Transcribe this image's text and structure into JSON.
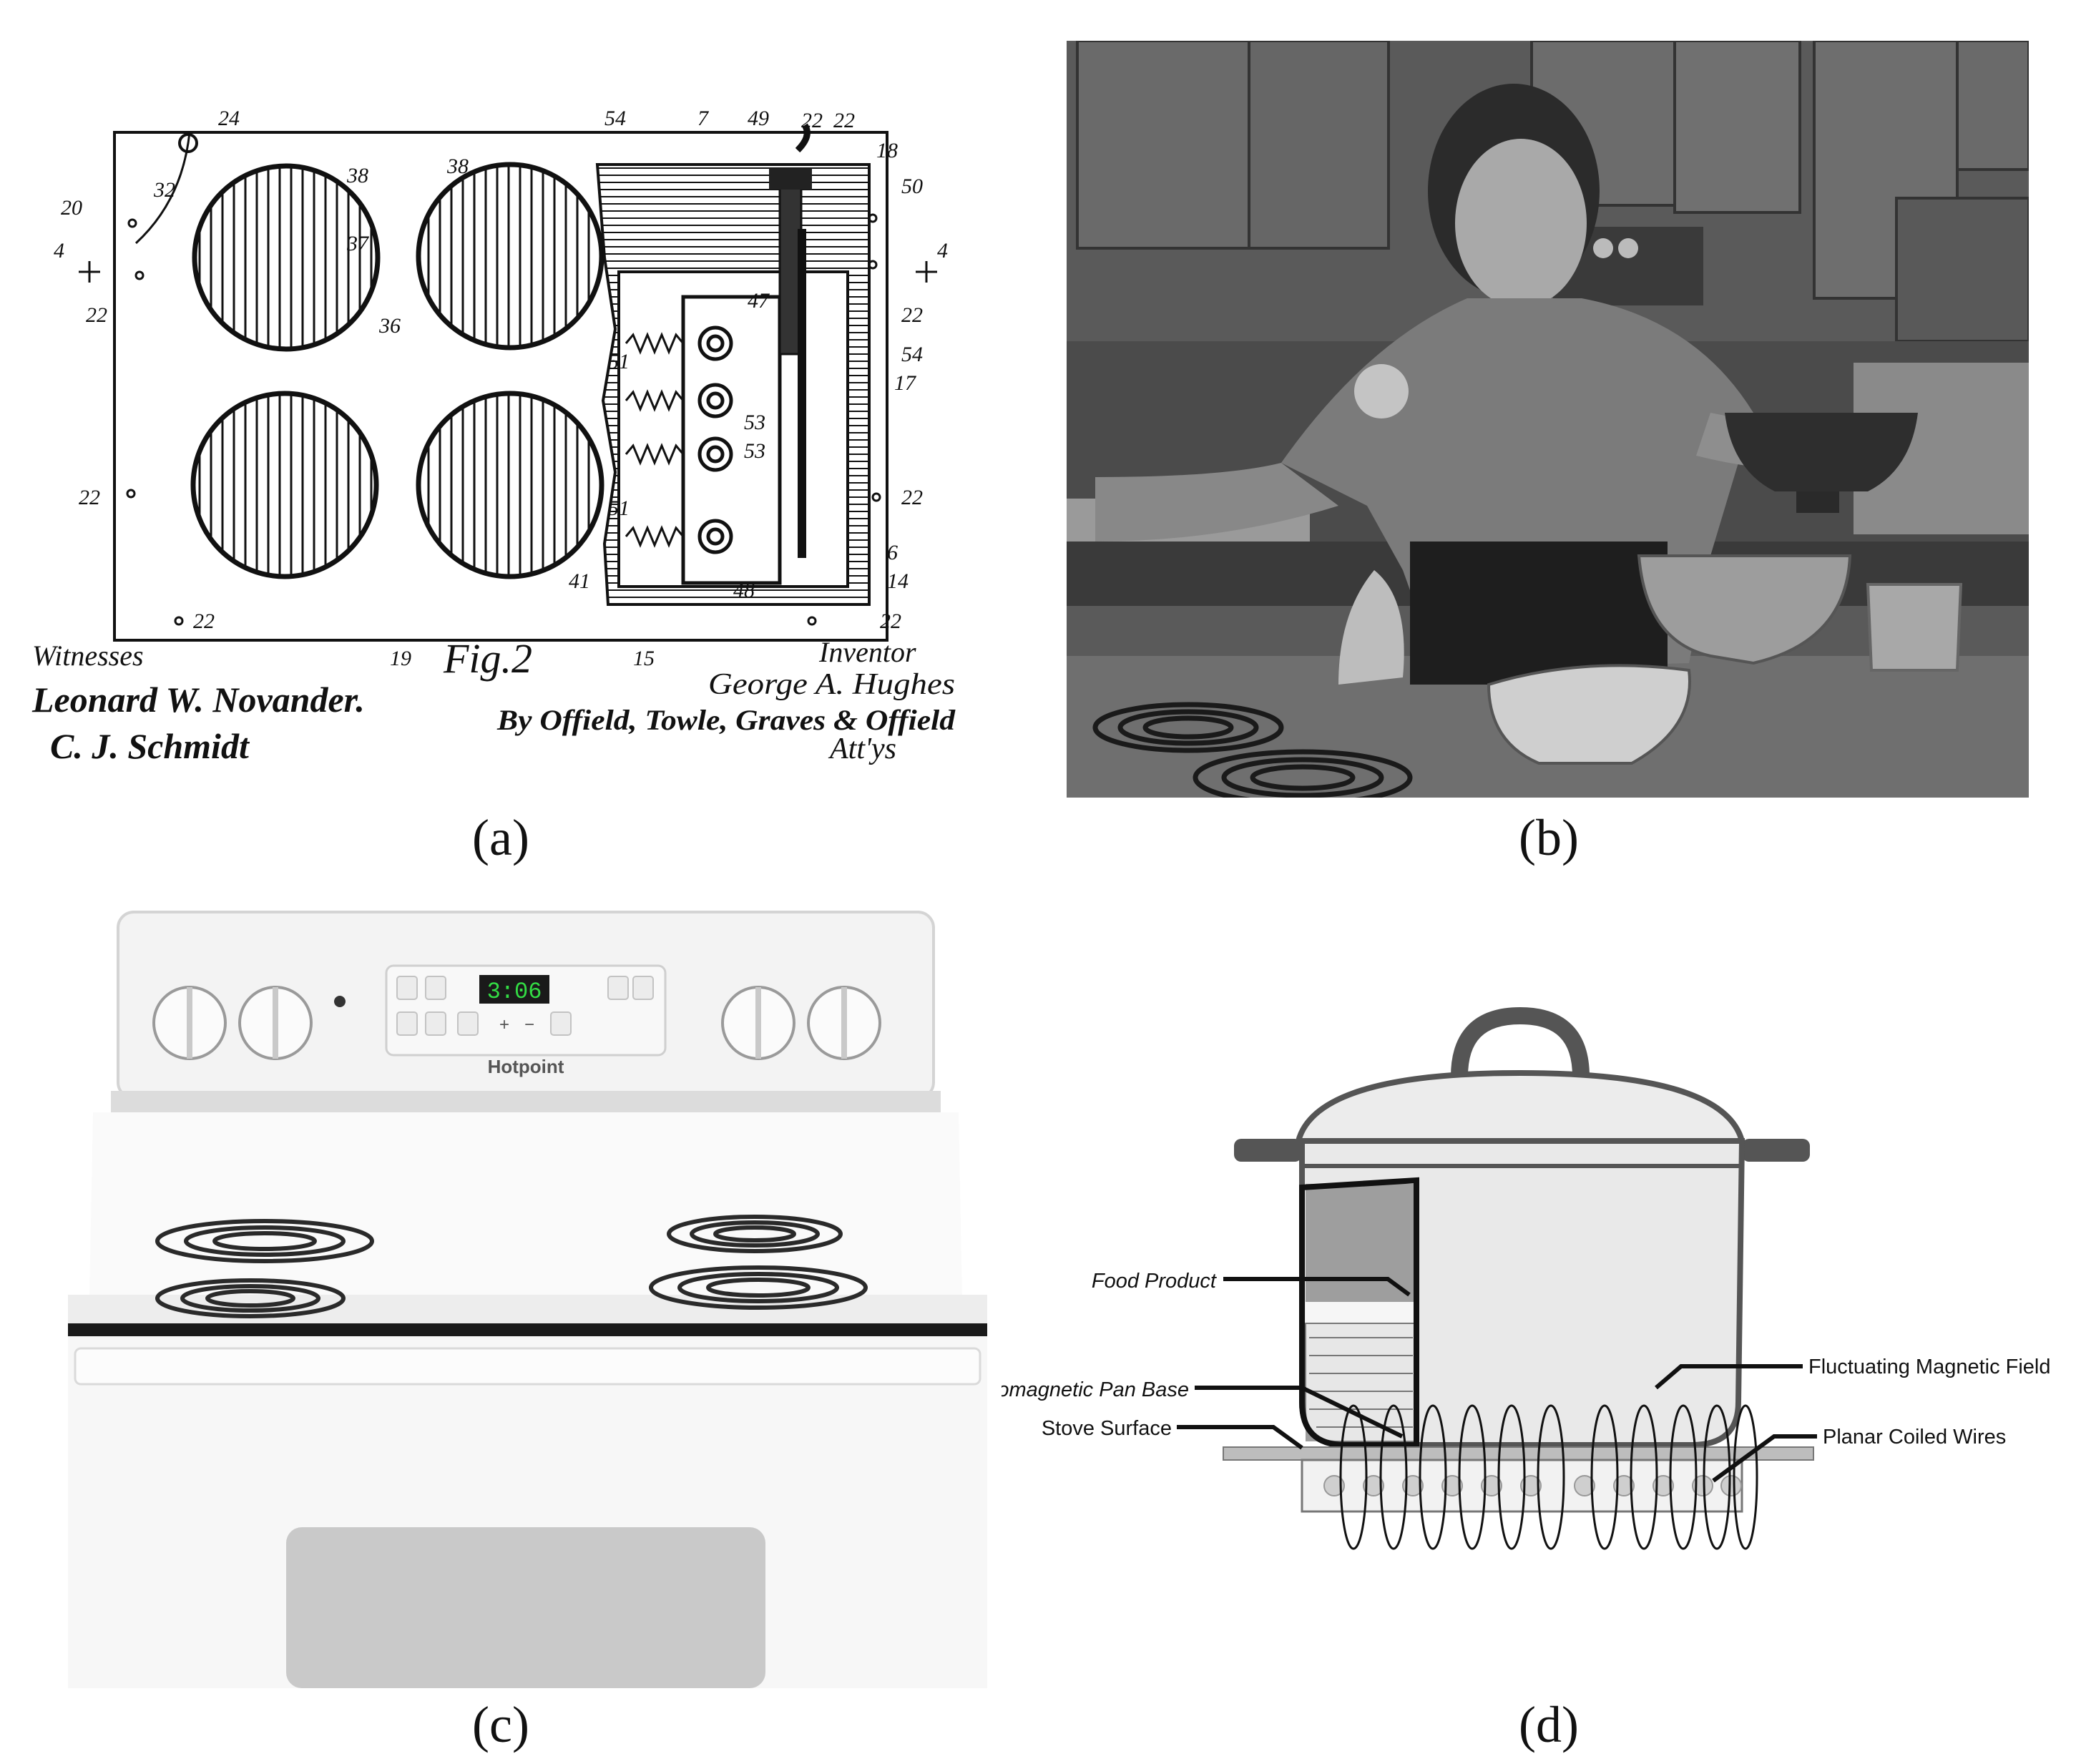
{
  "captions": {
    "a": "(a)",
    "b": "(b)",
    "c": "(c)",
    "d": "(d)"
  },
  "patent": {
    "fig_label": "Fig.2",
    "witnesses_label": "Witnesses",
    "witness_1": "Leonard W. Novander.",
    "witness_2": "C. J. Schmidt",
    "inventor_label": "Inventor",
    "inventor_name": "George A. Hughes",
    "attorneys": "By Offield, Towle, Graves & Offield",
    "attys_label": "Att'ys",
    "ref_numerals": [
      "24",
      "20",
      "32",
      "38",
      "38",
      "37",
      "36",
      "4",
      "4",
      "22",
      "22",
      "22",
      "22",
      "22",
      "22",
      "22",
      "54",
      "7",
      "49",
      "22",
      "18",
      "50",
      "47",
      "51",
      "51",
      "53",
      "53",
      "41",
      "48",
      "6",
      "14",
      "17",
      "54",
      "19",
      "15"
    ]
  },
  "stove": {
    "brand": "Hotpoint",
    "display_time": "3:06",
    "display_color": "#33dd44",
    "plus_label": "+",
    "minus_label": "−"
  },
  "induction": {
    "labels": {
      "food_product": "Food Product",
      "ferromagnetic_pan_base": "Ferromagnetic Pan Base",
      "stove_surface": "Stove Surface",
      "fluctuating_magnetic_field": "Fluctuating Magnetic Field",
      "planar_coiled_wires": "Planar Coiled Wires"
    }
  }
}
